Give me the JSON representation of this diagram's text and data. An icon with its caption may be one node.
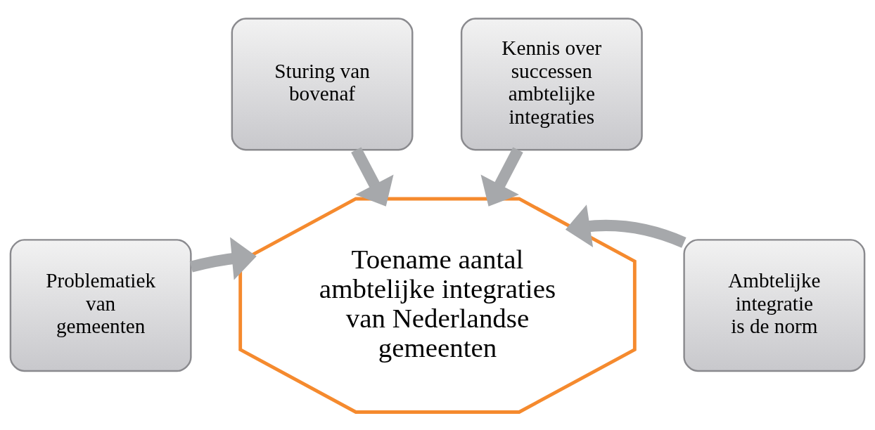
{
  "diagram": {
    "nodes": [
      {
        "text": [
          "Sturing van bovenaf"
        ]
      },
      {
        "text": [
          "Kennis over successen ambtelijke integraties"
        ]
      },
      {
        "text": [
          "Problematiek van gemeenten"
        ]
      },
      {
        "text": [
          "Ambtelijke integratie is de norm"
        ]
      },
      {
        "text": [
          "Toename aantal ambtelijke integraties van Nederlandse gemeenten"
        ]
      }
    ],
    "edges": [
      {
        "from": 0,
        "to": 4,
        "arrow": "to"
      },
      {
        "from": 1,
        "to": 4,
        "arrow": "to"
      },
      {
        "from": 2,
        "to": 4,
        "arrow": "to"
      },
      {
        "from": 3,
        "to": 4,
        "arrow": "to"
      }
    ]
  }
}
